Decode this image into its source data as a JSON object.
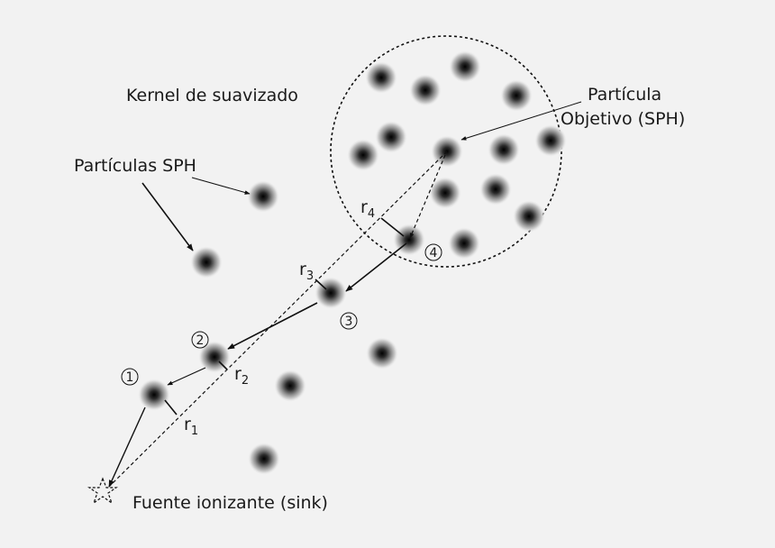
{
  "labels": {
    "kernel": "Kernel de suavizado",
    "sph_particles": "Partículas SPH",
    "target_line1": "Partícula",
    "target_line2": "Objetivo (SPH)",
    "source": "Fuente ionizante (sink)"
  },
  "distances": [
    {
      "base": "r",
      "sub": "1"
    },
    {
      "base": "r",
      "sub": "2"
    },
    {
      "base": "r",
      "sub": "3"
    },
    {
      "base": "r",
      "sub": "4"
    }
  ],
  "steps": [
    "1",
    "2",
    "3",
    "4"
  ],
  "colors": {
    "background": "#f2f2f2",
    "particle_core": "#000000",
    "line": "#111111"
  }
}
